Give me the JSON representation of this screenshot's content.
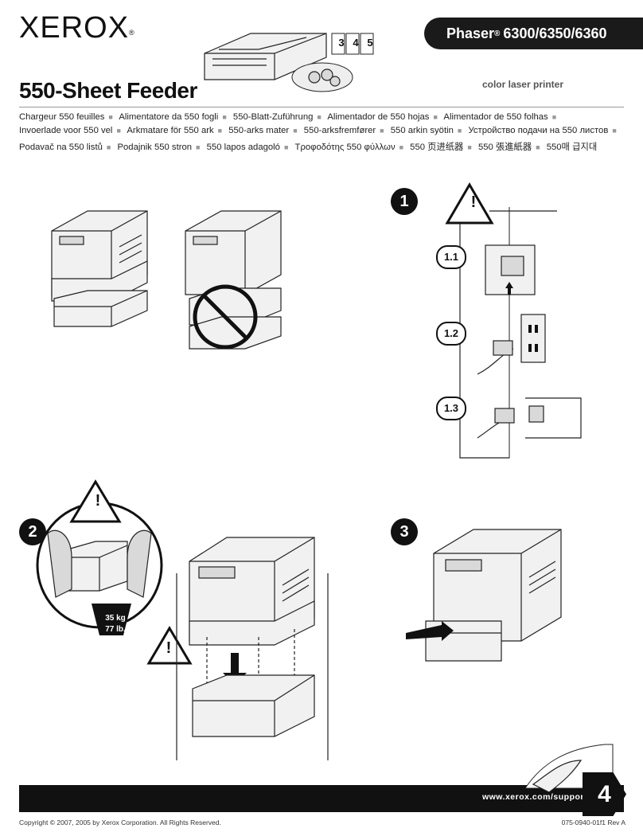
{
  "header": {
    "brand": "XEROX",
    "brand_mark": "®",
    "model_prefix": "Phaser",
    "model_reg": "®",
    "model_numbers": "6300/6350/6360",
    "product_type": "color laser printer",
    "kit_badges": [
      "3",
      "4",
      "5"
    ]
  },
  "title": "550-Sheet Feeder",
  "translations": [
    [
      "Chargeur 550 feuilles",
      "Alimentatore da 550 fogli",
      "550-Blatt-Zuführung",
      "Alimentador de 550 hojas",
      "Alimentador de 550 folhas"
    ],
    [
      "Invoerlade voor 550 vel",
      "Arkmatare för 550 ark",
      "550-arks mater",
      "550-arksfremfører",
      "550 arkin syötin",
      "Устройство подачи на 550 листов"
    ],
    [
      "Podavač na 550 listů",
      "Podajnik 550 stron",
      "550 lapos adagoló",
      "Τροφοδότης 550 φύλλων",
      "550 页进纸器",
      "550 張進紙器",
      "550매 급지대"
    ]
  ],
  "steps": {
    "step1": {
      "number": "1",
      "substeps": [
        "1.1",
        "1.2",
        "1.3"
      ]
    },
    "step2": {
      "number": "2",
      "weight_kg": "35 kg",
      "weight_lb": "77 lb."
    },
    "step3": {
      "number": "3"
    }
  },
  "warning_symbol": "!",
  "footer": {
    "url": "www.xerox.com/support",
    "page": "4",
    "copyright": "Copyright © 2007, 2005 by Xerox Corporation.  All Rights Reserved.",
    "doc_number": "075-0940-01f1 Rev A"
  },
  "icons": [
    "warning-icon",
    "power-switch-icon",
    "wall-outlet-icon",
    "power-cord-icon",
    "prohibited-icon",
    "arrow-icon"
  ]
}
